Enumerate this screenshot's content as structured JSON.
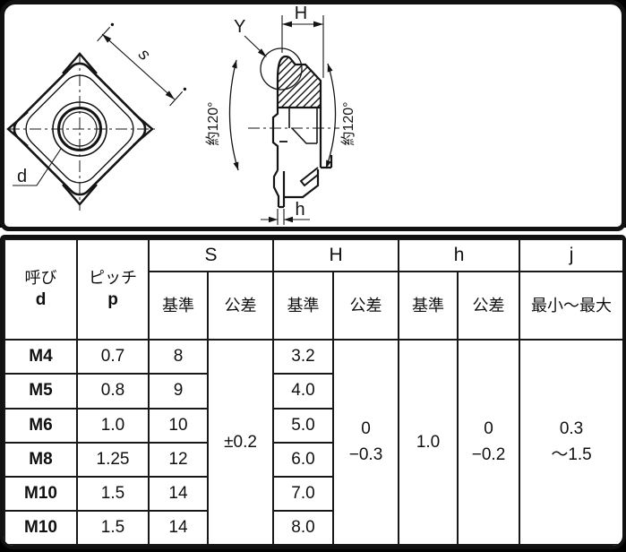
{
  "colors": {
    "ink": "#141414",
    "paper": "#ffffff",
    "frame": "#121212"
  },
  "drawing": {
    "plan_view": {
      "s_dim": "s",
      "d_label": "d"
    },
    "section_view": {
      "H_dim": "H",
      "Y_label": "Y",
      "h_dim": "h",
      "left_angle": "約120°",
      "right_angle": "約120°"
    }
  },
  "table": {
    "headers": {
      "nominal_line1": "呼び",
      "nominal_line2": "d",
      "pitch_line1": "ピッチ",
      "pitch_line2": "p",
      "S": "S",
      "H": "H",
      "h": "h",
      "j": "j",
      "base": "基準",
      "tolerance": "公差",
      "min_max": "最小～最大"
    },
    "rows": [
      {
        "nominal": "M4",
        "pitch": "0.7",
        "s_base": "8",
        "H_base": "3.2"
      },
      {
        "nominal": "M5",
        "pitch": "0.8",
        "s_base": "9",
        "H_base": "4.0"
      },
      {
        "nominal": "M6",
        "pitch": "1.0",
        "s_base": "10",
        "H_base": "5.0"
      },
      {
        "nominal": "M8",
        "pitch": "1.25",
        "s_base": "12",
        "H_base": "6.0"
      },
      {
        "nominal": "M10",
        "pitch": "1.5",
        "s_base": "14",
        "H_base": "7.0"
      },
      {
        "nominal": "M10",
        "pitch": "1.5",
        "s_base": "14",
        "H_base": "8.0"
      }
    ],
    "merged": {
      "s_tolerance": "±0.2",
      "H_tolerance_line1": "0",
      "H_tolerance_line2": "−0.3",
      "h_base": "1.0",
      "h_tolerance_line1": "0",
      "h_tolerance_line2": "−0.2",
      "j_line1": "0.3",
      "j_line2": "～1.5"
    }
  }
}
